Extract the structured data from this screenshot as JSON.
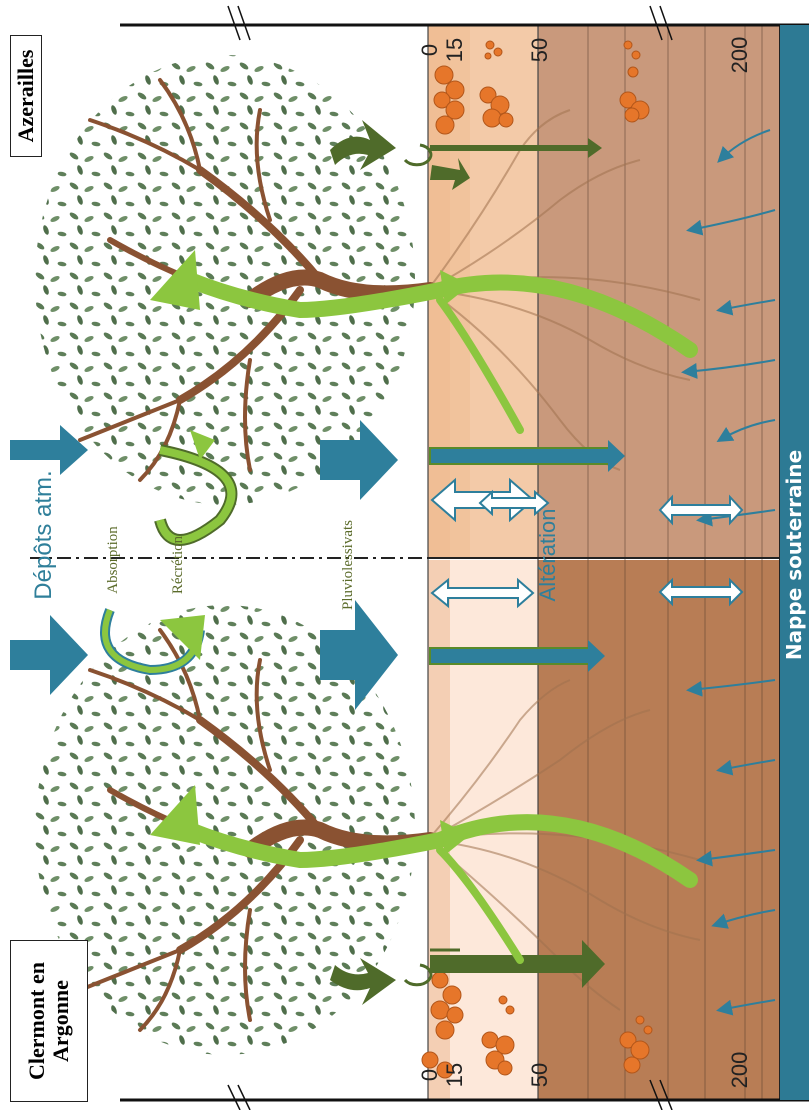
{
  "sites": {
    "top": "Azerailles",
    "bottom_line1": "Clermont en",
    "bottom_line2": "Argonne"
  },
  "depths": {
    "top": [
      "0",
      "15",
      "50",
      "200"
    ],
    "bottom": [
      "0",
      "15",
      "50",
      "200"
    ]
  },
  "processes": {
    "deposits": "Dépôts atm.",
    "absorption": "Absorption",
    "recretion": "Récrétion",
    "throughfall": "Pluviolessivats",
    "weathering": "Altération"
  },
  "groundwater": "Nappe souterraine",
  "colors": {
    "blue": "#2e7f9c",
    "dark_green": "#4f6b2a",
    "light_green": "#8cc63f",
    "soil_top_light": "#f2c39e",
    "soil_top_mid": "#e8a777",
    "soil_top_deep": "#c9997c",
    "soil_bottom_deep": "#b87d55",
    "trunk": "#8a5232",
    "leaf": "#5a7a55",
    "nappe": "#2d7a94"
  }
}
